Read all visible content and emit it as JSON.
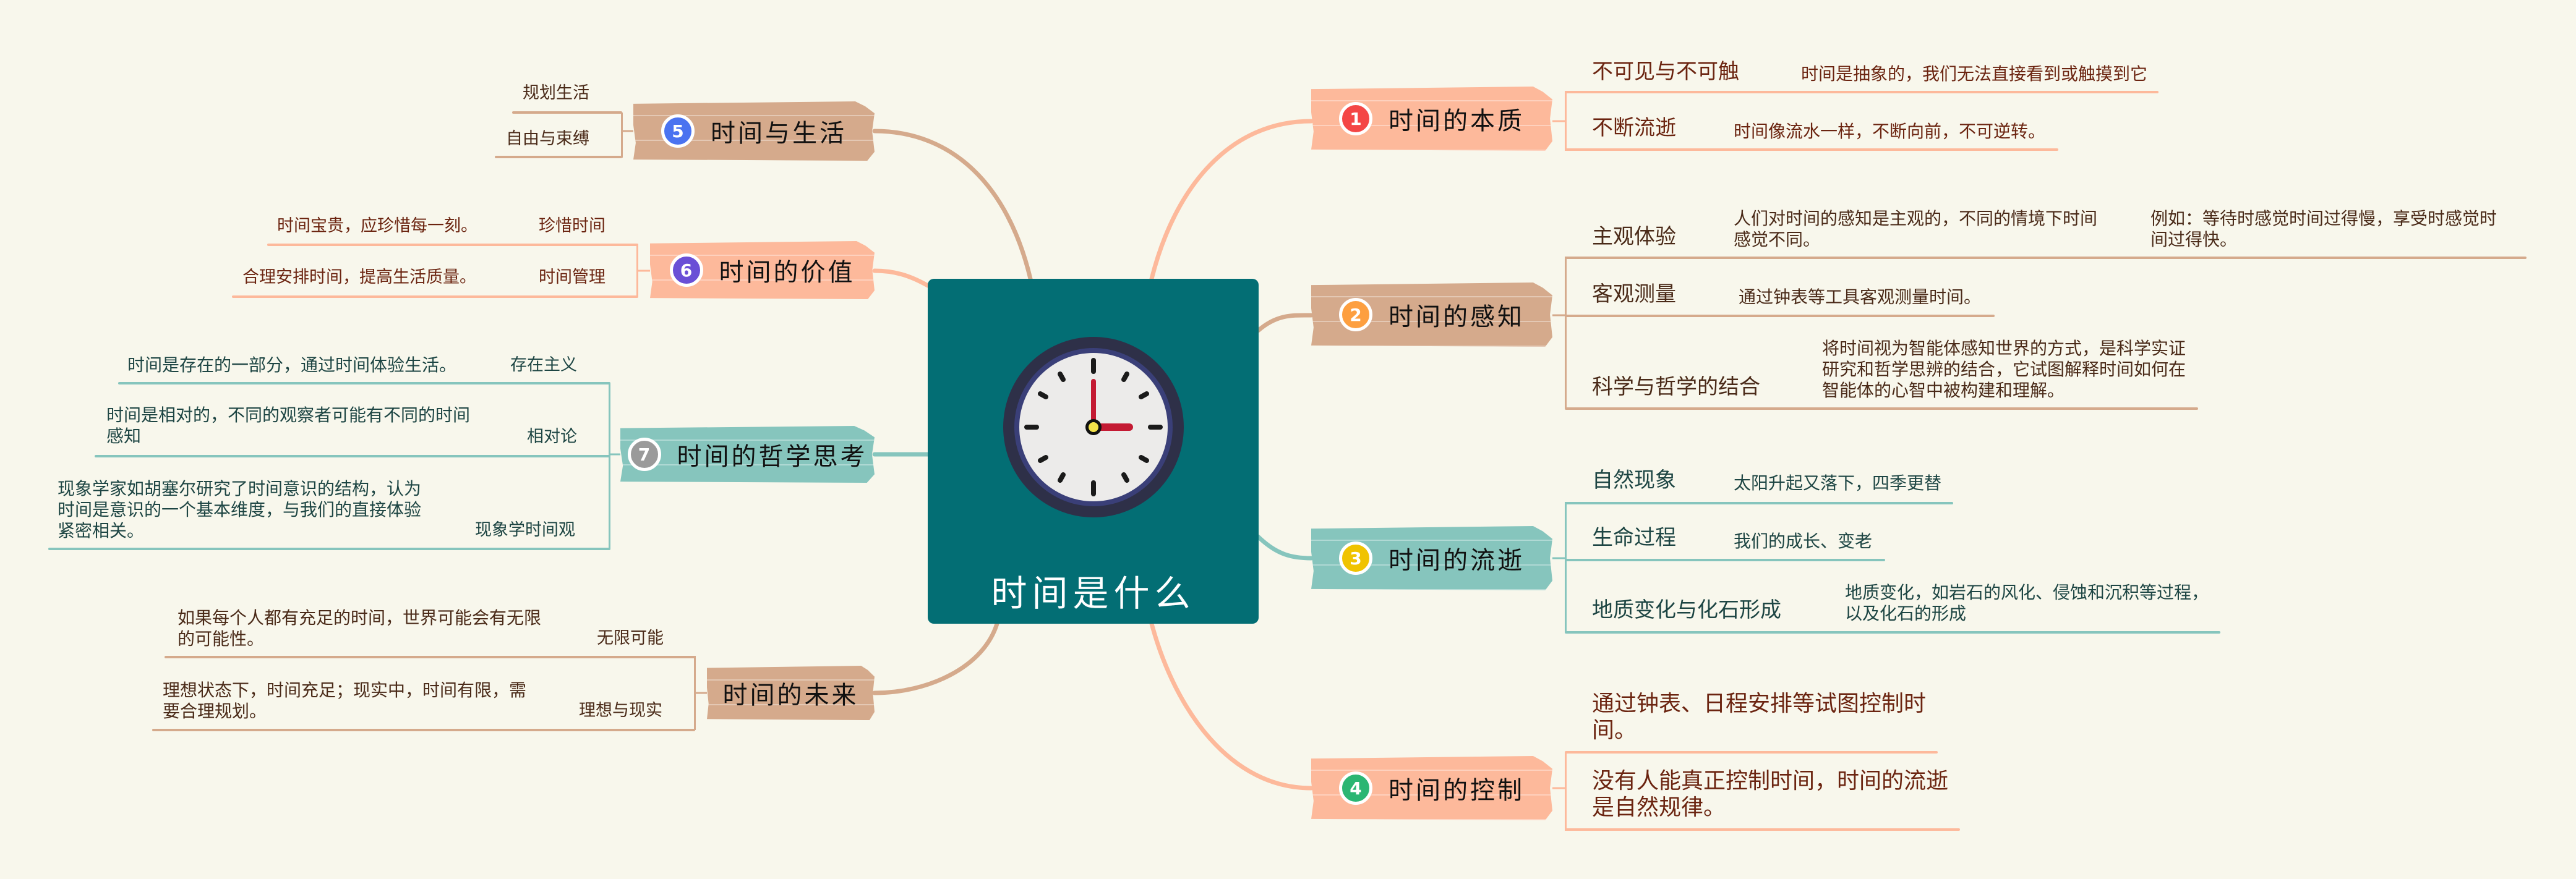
{
  "central": {
    "title": "时间是什么",
    "icon": "clock-icon"
  },
  "colors": {
    "background": "#f8f7ec",
    "central": "#036e74",
    "peach": "#fdb99b",
    "tan": "#d5aa8c",
    "teal": "#86c5bd"
  },
  "branches": [
    {
      "number": "1",
      "badge_color": "#f44646",
      "title": "时间的本质",
      "children": [
        {
          "label": "不可见与不可触",
          "desc": "时间是抽象的，我们无法直接看到或触摸到它"
        },
        {
          "label": "不断流逝",
          "desc": "时间像流水一样，不断向前，不可逆转。"
        }
      ]
    },
    {
      "number": "2",
      "badge_color": "#fd9f40",
      "title": "时间的感知",
      "children": [
        {
          "label": "主观体验",
          "desc": "人们对时间的感知是主观的，不同的情境下时间感觉不同。",
          "detail": "例如：等待时感觉时间过得慢，享受时感觉时间过得快。"
        },
        {
          "label": "客观测量",
          "desc": "通过钟表等工具客观测量时间。"
        },
        {
          "label": "科学与哲学的结合",
          "desc": "将时间视为智能体感知世界的方式，是科学实证研究和哲学思辨的结合，它试图解释时间如何在智能体的心智中被构建和理解。"
        }
      ]
    },
    {
      "number": "3",
      "badge_color": "#f0c300",
      "title": "时间的流逝",
      "children": [
        {
          "label": "自然现象",
          "desc": "太阳升起又落下，四季更替"
        },
        {
          "label": "生命过程",
          "desc": "我们的成长、变老"
        },
        {
          "label": "地质变化与化石形成",
          "desc": "地质变化，如岩石的风化、侵蚀和沉积等过程，以及化石的形成"
        }
      ]
    },
    {
      "number": "4",
      "badge_color": "#2bb673",
      "title": "时间的控制",
      "children": [
        {
          "label": "通过钟表、日程安排等试图控制时间。"
        },
        {
          "label": "没有人能真正控制时间，时间的流逝是自然规律。"
        }
      ]
    },
    {
      "number": "5",
      "badge_color": "#4b73f0",
      "title": "时间与生活",
      "children": [
        {
          "label": "规划生活"
        },
        {
          "label": "自由与束缚"
        }
      ]
    },
    {
      "number": "6",
      "badge_color": "#6a4fd6",
      "title": "时间的价值",
      "children": [
        {
          "label": "珍惜时间",
          "desc": "时间宝贵，应珍惜每一刻。"
        },
        {
          "label": "时间管理",
          "desc": "合理安排时间，提高生活质量。"
        }
      ]
    },
    {
      "number": "7",
      "badge_color": "#9a9a9a",
      "title": "时间的哲学思考",
      "children": [
        {
          "label": "存在主义",
          "desc": "时间是存在的一部分，通过时间体验生活。"
        },
        {
          "label": "相对论",
          "desc": "时间是相对的，不同的观察者可能有不同的时间感知"
        },
        {
          "label": "现象学时间观",
          "desc": "现象学家如胡塞尔研究了时间意识的结构，认为时间是意识的一个基本维度，与我们的直接体验紧密相关。"
        }
      ]
    },
    {
      "title": "时间的未来",
      "children": [
        {
          "label": "无限可能",
          "desc": " 如果每个人都有充足的时间，世界可能会有无限的可能性。"
        },
        {
          "label": "理想与现实",
          "desc": "理想状态下，时间充足；现实中，时间有限，需要合理规划。"
        }
      ]
    }
  ]
}
